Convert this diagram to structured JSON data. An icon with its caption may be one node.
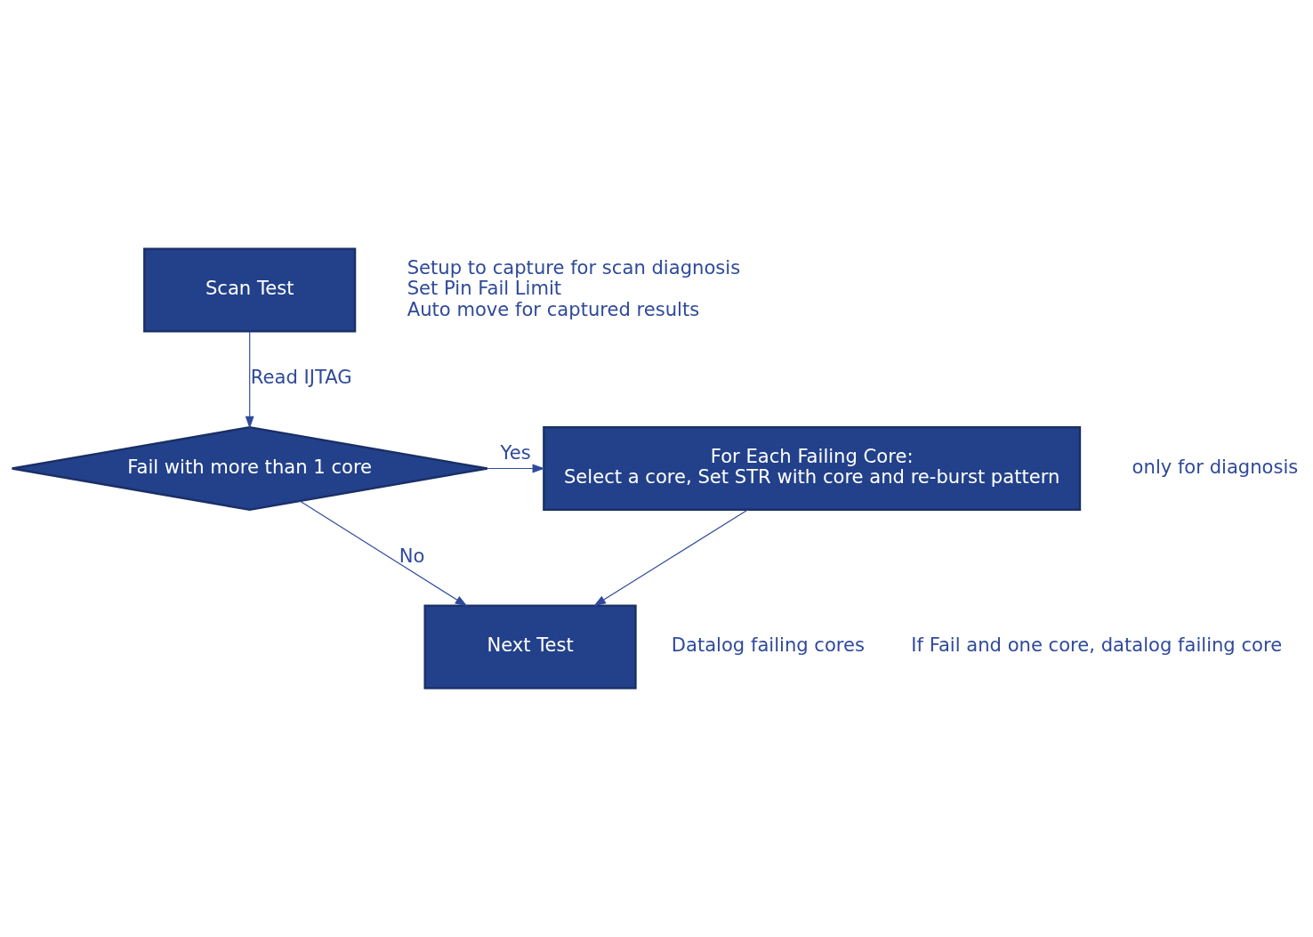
{
  "diagram": {
    "nodes": [
      {
        "text": [
          "Scan Test"
        ],
        "beside": [
          "Setup to capture for scan diagnosis",
          "Set Pin Fail Limit",
          "Auto move for captured results"
        ]
      },
      {
        "text": [
          "Fail with more than 1 core"
        ]
      },
      {
        "text": [
          "For Each Failing Core:",
          "Select a core, Set STR with core and re-burst pattern"
        ],
        "beside": [
          "only for diagnosis"
        ]
      },
      {
        "text": [
          "Next Test"
        ]
      }
    ],
    "edges": [
      {
        "from": 0,
        "to": 1,
        "arrow": "to",
        "label": "Read IJTAG"
      },
      {
        "from": 1,
        "to": 2,
        "arrow": "to",
        "label": "Yes"
      },
      {
        "from": 1,
        "to": 3,
        "arrow": "to",
        "label": "No"
      },
      {
        "from": 2,
        "to": 3,
        "arrow": "to"
      }
    ],
    "labels": [
      "Datalog failing cores",
      "If Fail and one core, datalog failing core"
    ]
  }
}
